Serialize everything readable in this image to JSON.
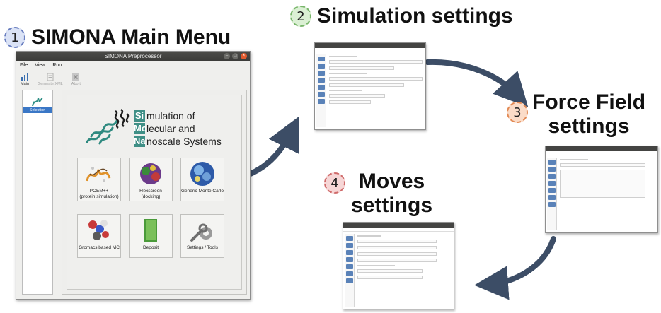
{
  "steps": [
    {
      "num": "1",
      "title": "SIMONA Main Menu"
    },
    {
      "num": "2",
      "title": "Simulation settings"
    },
    {
      "num": "3",
      "title_line1": "Force Field",
      "title_line2": "settings"
    },
    {
      "num": "4",
      "title_line1": "Moves",
      "title_line2": "settings"
    }
  ],
  "window": {
    "title": "SIMONA Preprocessor",
    "menu": [
      "File",
      "View",
      "Run"
    ],
    "toolbar": [
      "Main",
      "Generate XML",
      "Abort"
    ],
    "sidebar_item": "Selection"
  },
  "brand": {
    "line1_letters": "Si",
    "line1_rest": "mulation of",
    "line2_letters": "Mo",
    "line2_rest": "lecular and",
    "line3_letters": "Na",
    "line3_rest": "noscale Systems"
  },
  "apps": [
    {
      "line1": "POEM++",
      "line2": "(protein simulation)"
    },
    {
      "line1": "Flexscreen",
      "line2": "(docking)"
    },
    {
      "line1": "Generic Monte Carlo",
      "line2": ""
    },
    {
      "line1": "Gromacs based MC",
      "line2": ""
    },
    {
      "line1": "Deposit",
      "line2": ""
    },
    {
      "line1": "Settings / Tools",
      "line2": ""
    }
  ],
  "colors": {
    "accent_teal": "#3f8f86",
    "arrow": "#3c4d66",
    "selection_blue": "#3a77c6",
    "titlebar": "#3a3a38"
  }
}
